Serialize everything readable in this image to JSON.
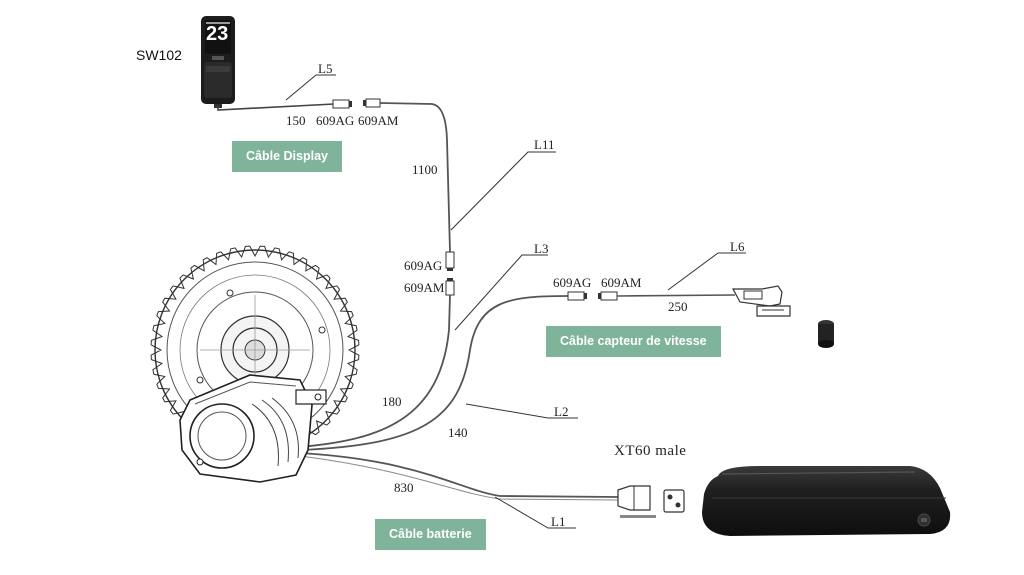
{
  "diagram": {
    "display_model": "SW102",
    "display_screen": "23",
    "connectors": {
      "display_female": "609AG",
      "display_male": "609AM",
      "main_female": "609AG",
      "main_male": "609AM",
      "speed_female": "609AG",
      "speed_male": "609AM"
    },
    "lengths": {
      "display_lead": "150",
      "main_cable": "1100",
      "motor_display_lead": "180",
      "motor_speed_lead": "140",
      "speed_sensor_lead": "250",
      "battery_cable": "830"
    },
    "callouts": {
      "l5": "L5",
      "l11": "L11",
      "l3": "L3",
      "l6": "L6",
      "l2": "L2",
      "l1": "L1"
    },
    "battery_connector": "XT60 male",
    "badges": {
      "display_cable": "Câble Display",
      "speed_sensor_cable": "Câble capteur de vitesse",
      "battery_cable": "Câble batterie"
    },
    "colors": {
      "badge_background": "#7fb39a",
      "badge_text": "#ffffff",
      "line": "#333333",
      "battery": "#1e1e1e"
    }
  }
}
